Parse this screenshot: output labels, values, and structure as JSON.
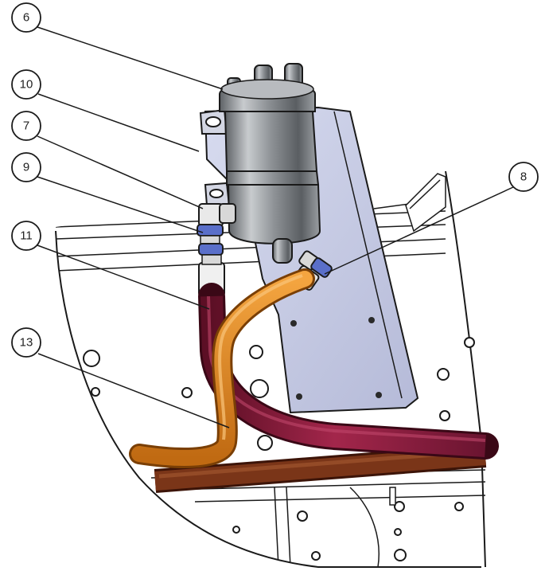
{
  "colors": {
    "hose_red": "#8b1a3a",
    "hose_orange": "#e3861f",
    "hose_brown": "#6b2a14",
    "bracket_lavender": "#c9cde6",
    "filter_steel": "#8e9296",
    "fitting_blue": "#5a6fc9",
    "outline": "#1a1a1a"
  },
  "callouts": [
    {
      "id": "callout-6",
      "label": "6"
    },
    {
      "id": "callout-10",
      "label": "10"
    },
    {
      "id": "callout-7",
      "label": "7"
    },
    {
      "id": "callout-9",
      "label": "9"
    },
    {
      "id": "callout-11",
      "label": "11"
    },
    {
      "id": "callout-13",
      "label": "13"
    },
    {
      "id": "callout-8",
      "label": "8"
    }
  ]
}
